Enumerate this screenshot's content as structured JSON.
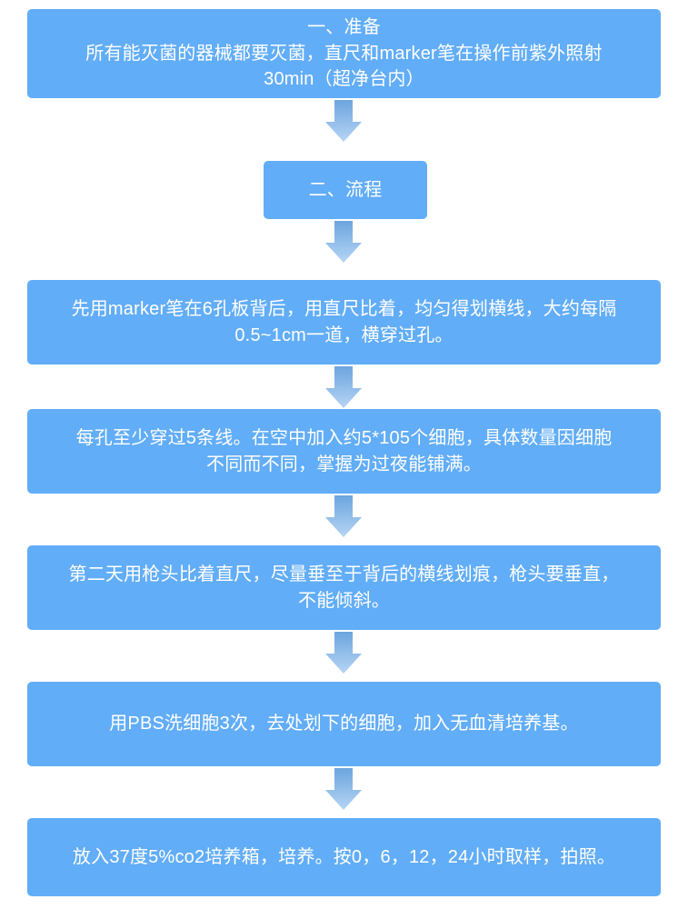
{
  "diagram": {
    "type": "flowchart",
    "orientation": "vertical-top-to-bottom",
    "title_node": "一、准备",
    "colors": {
      "node_fill": "#62adf7",
      "node_text": "#ffffff",
      "arrow_top": "#6ca5de",
      "arrow_bottom": "#b6d5f4",
      "background": "#ffffff"
    },
    "nodes": [
      {
        "id": "node-preparation",
        "name": "preparation",
        "text": "一、准备\n所有能灭菌的器械都要灭菌，直尺和marker笔在操作前紫外照射\n30min（超净台内）"
      },
      {
        "id": "node-procedure",
        "name": "procedure",
        "text": "二、流程"
      },
      {
        "id": "node-step-1",
        "name": "step-draw-lines",
        "text": "先用marker笔在6孔板背后，用直尺比着，均匀得划横线，大约每隔\n0.5~1cm一道，横穿过孔。"
      },
      {
        "id": "node-step-2",
        "name": "step-seed-cells",
        "text": "每孔至少穿过5条线。在空中加入约5*105个细胞，具体数量因细胞\n不同而不同，掌握为过夜能铺满。"
      },
      {
        "id": "node-step-3",
        "name": "step-scratch",
        "text": "第二天用枪头比着直尺，尽量垂至于背后的横线划痕，枪头要垂直，\n不能倾斜。"
      },
      {
        "id": "node-step-4",
        "name": "step-wash-pbs",
        "text": "用PBS洗细胞3次，去处划下的细胞，加入无血清培养基。"
      },
      {
        "id": "node-step-5",
        "name": "step-incubate",
        "text": "放入37度5%co2培养箱，培养。按0，6，12，24小时取样，拍照。"
      }
    ],
    "arrows": [
      {
        "id": "arrow-1",
        "from": "node-preparation",
        "to": "node-procedure"
      },
      {
        "id": "arrow-2",
        "from": "node-procedure",
        "to": "node-step-1"
      },
      {
        "id": "arrow-3",
        "from": "node-step-1",
        "to": "node-step-2"
      },
      {
        "id": "arrow-4",
        "from": "node-step-2",
        "to": "node-step-3"
      },
      {
        "id": "arrow-5",
        "from": "node-step-3",
        "to": "node-step-4"
      },
      {
        "id": "arrow-6",
        "from": "node-step-4",
        "to": "node-step-5"
      }
    ]
  }
}
